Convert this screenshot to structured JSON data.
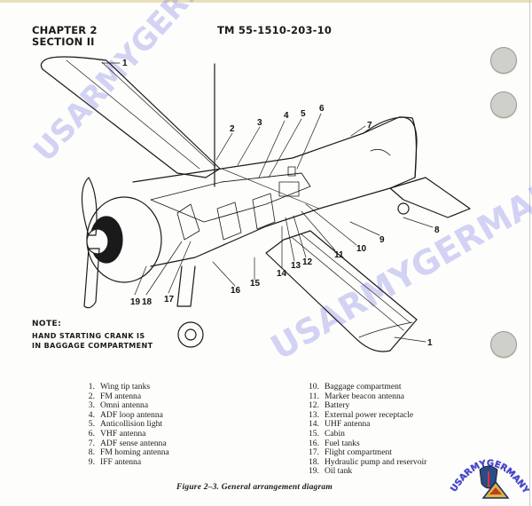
{
  "header": {
    "chapter": "CHAPTER 2",
    "section": "SECTION II",
    "manual_number": "TM 55-1510-203-10"
  },
  "diagram": {
    "callouts": [
      "1",
      "2",
      "3",
      "4",
      "5",
      "6",
      "7",
      "8",
      "9",
      "10",
      "11",
      "12",
      "13",
      "14",
      "15",
      "16",
      "17",
      "18",
      "19",
      "1"
    ]
  },
  "note": {
    "title": "NOTE:",
    "line1": "HAND STARTING CRANK IS",
    "line2": "IN BAGGAGE COMPARTMENT"
  },
  "legend": {
    "left": [
      {
        "num": "1.",
        "label": "Wing tip tanks"
      },
      {
        "num": "2.",
        "label": "FM antenna"
      },
      {
        "num": "3.",
        "label": "Omni antenna"
      },
      {
        "num": "4.",
        "label": "ADF loop antenna"
      },
      {
        "num": "5.",
        "label": "Anticollision light"
      },
      {
        "num": "6.",
        "label": "VHF antenna"
      },
      {
        "num": "7.",
        "label": "ADF sense antenna"
      },
      {
        "num": "8.",
        "label": "FM homing antenna"
      },
      {
        "num": "9.",
        "label": "IFF antenna"
      }
    ],
    "right": [
      {
        "num": "10.",
        "label": "Baggage compartment"
      },
      {
        "num": "11.",
        "label": "Marker beacon antenna"
      },
      {
        "num": "12.",
        "label": "Battery"
      },
      {
        "num": "13.",
        "label": "External power receptacle"
      },
      {
        "num": "14.",
        "label": "UHF antenna"
      },
      {
        "num": "15.",
        "label": "Cabin"
      },
      {
        "num": "16.",
        "label": "Fuel tanks"
      },
      {
        "num": "17.",
        "label": "Flight compartment"
      },
      {
        "num": "18.",
        "label": "Hydraulic pump and reservoir"
      },
      {
        "num": "19.",
        "label": "Oil tank"
      }
    ]
  },
  "caption": "Figure 2–3.  General arrangement diagram",
  "watermark": {
    "text": "USARMYGERMANY.COM",
    "logo_text": "USARMYGERMANY.COM"
  },
  "colors": {
    "watermark": "#7878e6",
    "punch_hole": "#cfcfcb",
    "ink": "#1a1a1a"
  }
}
